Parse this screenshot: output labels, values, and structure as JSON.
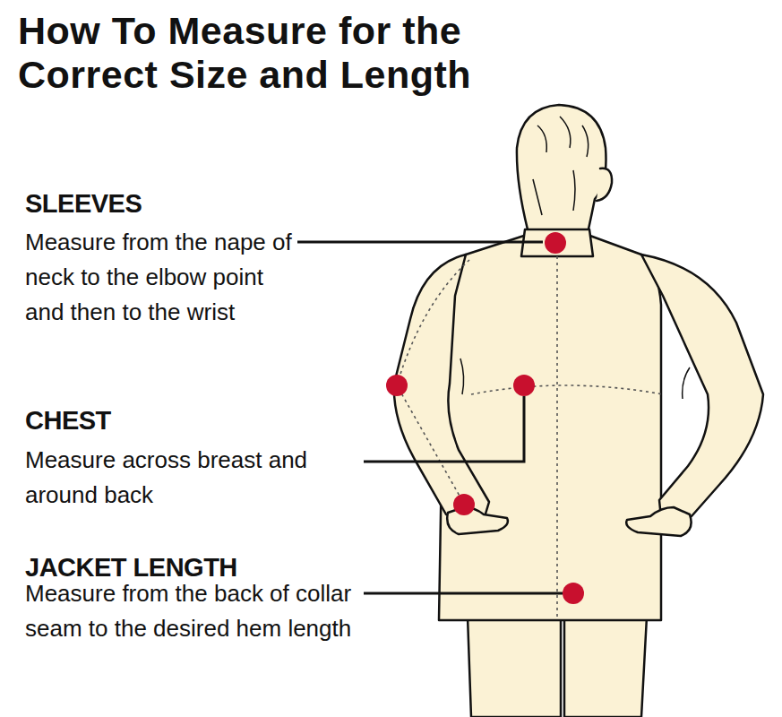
{
  "diagram": {
    "title": "How To Measure for the Correct Size and Length",
    "labels": [
      "SLEEVES",
      "Measure from the nape of neck to the elbow point and then to the wrist",
      "CHEST",
      "Measure across breast and around back",
      "JACKET LENGTH",
      "Measure from the back of collar seam to the desired hem length"
    ]
  }
}
